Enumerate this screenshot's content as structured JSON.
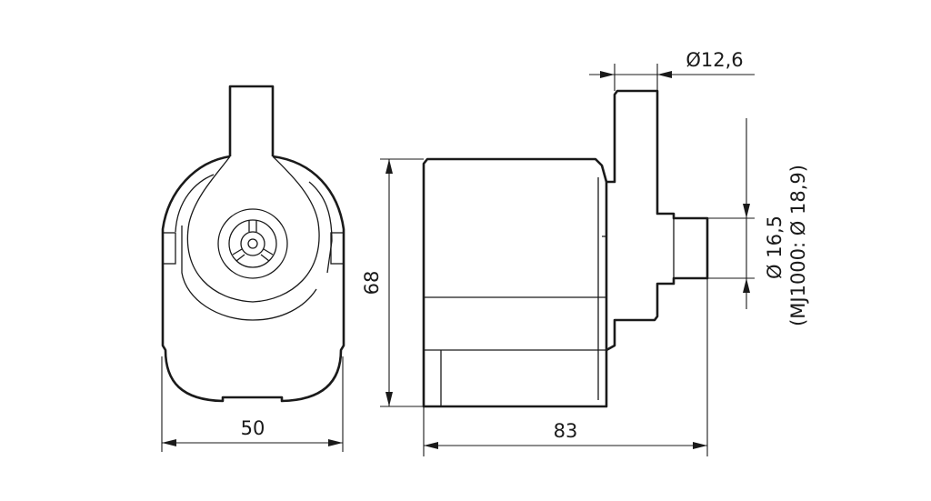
{
  "drawing": {
    "front_view": {
      "width_label": "50"
    },
    "side_view": {
      "height_label": "68",
      "length_label": "83",
      "flange_label": "Ø12,6",
      "outlet_label": "Ø 16,5",
      "outlet_alt_label": "(MJ1000: Ø 18,9)"
    }
  }
}
